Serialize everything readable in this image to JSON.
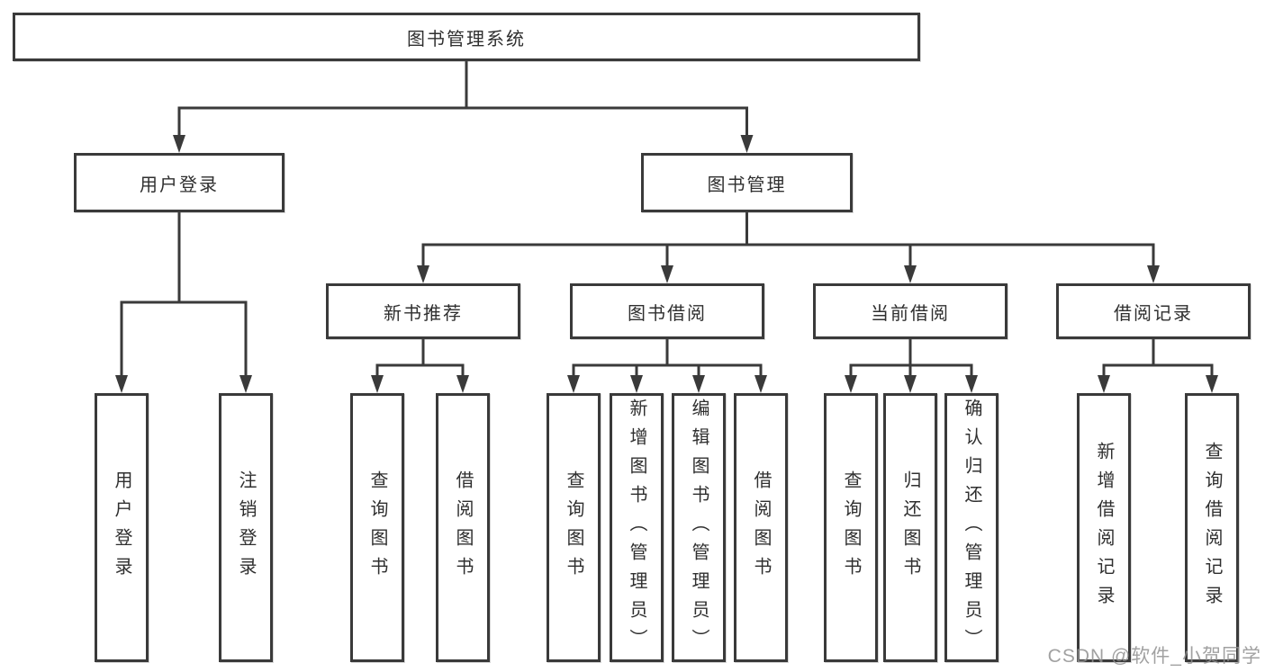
{
  "diagram": {
    "watermark": "CSDN @软件_小贺同学",
    "root": {
      "id": "library-system",
      "label": "图书管理系统",
      "children": [
        {
          "id": "user-login",
          "label": "用户登录",
          "children": [
            {
              "id": "login",
              "label": "用户登录"
            },
            {
              "id": "logout",
              "label": "注销登录"
            }
          ]
        },
        {
          "id": "book-management",
          "label": "图书管理",
          "children": [
            {
              "id": "new-book-recommend",
              "label": "新书推荐",
              "children": [
                {
                  "id": "rec-query-books",
                  "label": "查询图书"
                },
                {
                  "id": "rec-borrow-books",
                  "label": "借阅图书"
                }
              ]
            },
            {
              "id": "book-borrowing",
              "label": "图书借阅",
              "children": [
                {
                  "id": "borrow-query-books",
                  "label": "查询图书"
                },
                {
                  "id": "borrow-add-books-admin",
                  "label": "新增图书（管理员）"
                },
                {
                  "id": "borrow-edit-books-admin",
                  "label": "编辑图书（管理员）"
                },
                {
                  "id": "borrow-borrow-books",
                  "label": "借阅图书"
                }
              ]
            },
            {
              "id": "current-borrowing",
              "label": "当前借阅",
              "children": [
                {
                  "id": "current-query-books",
                  "label": "查询图书"
                },
                {
                  "id": "current-return-books",
                  "label": "归还图书"
                },
                {
                  "id": "current-confirm-return-admin",
                  "label": "确认归还（管理员）"
                }
              ]
            },
            {
              "id": "borrowing-records",
              "label": "借阅记录",
              "children": [
                {
                  "id": "records-add-record",
                  "label": "新增借阅记录"
                },
                {
                  "id": "records-query-record",
                  "label": "查询借阅记录"
                }
              ]
            }
          ]
        }
      ]
    }
  }
}
